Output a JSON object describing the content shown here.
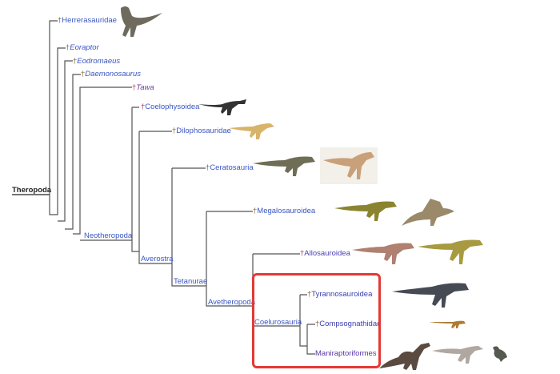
{
  "root": "Theropoda",
  "dagger": "†",
  "taxa": {
    "herrerasauridae": "Herrerasauridae",
    "eoraptor": "Eoraptor",
    "eodromaeus": "Eodromaeus",
    "daemonosaurus": "Daemonosaurus",
    "tawa": "Tawa",
    "coelophysoidea": "Coelophysoidea",
    "dilophosauridae": "Dilophosauridae",
    "ceratosauria": "Ceratosauria",
    "megalosauroidea": "Megalosauroidea",
    "allosauroidea": "Allosauroidea",
    "tyrannosauroidea": "Tyrannosauroidea",
    "compsognathidae": "Compsognathidae",
    "maniraptoriformes": "Maniraptoriformes"
  },
  "clades": {
    "neotheropoda": "Neotheropoda",
    "averostra": "Averostra",
    "tetanurae": "Tetanurae",
    "avetheropoda": "Avetheropoda",
    "coelurosauria": "Coelurosauria"
  },
  "colors": {
    "highlight": "#e53935",
    "link": "#3a56c4",
    "line": "#555555"
  }
}
